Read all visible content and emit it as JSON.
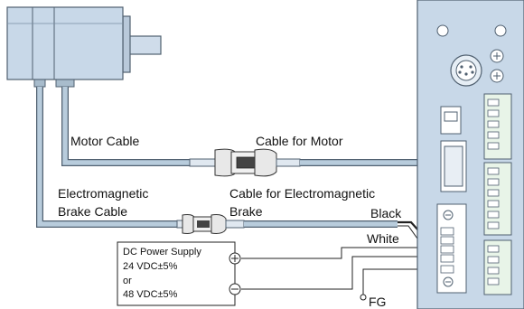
{
  "labels": {
    "motor_cable": "Motor Cable",
    "cable_for_motor": "Cable for Motor",
    "em_brake_cable_1": "Electromagnetic",
    "em_brake_cable_2": "Brake Cable",
    "cable_for_em_1": "Cable for Electromagnetic",
    "cable_for_em_2": "Brake",
    "black": "Black",
    "white": "White",
    "fg": "FG"
  },
  "power_supply": {
    "line1": "DC Power Supply",
    "line2": "24 VDC±5%",
    "line3": "or",
    "line4": "48 VDC±5%"
  },
  "colors": {
    "panel_fill": "#c8d8e8",
    "panel_stroke": "#506070",
    "cable_fill": "#b8ccdc",
    "connector_fill": "#e8e8e8",
    "terminal_green": "#e8f4e8"
  }
}
